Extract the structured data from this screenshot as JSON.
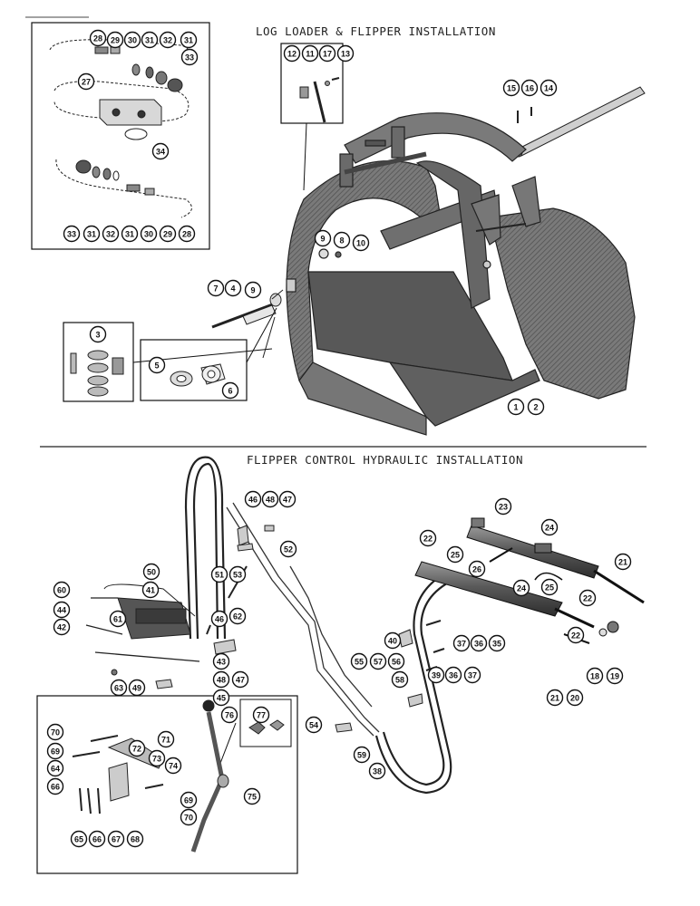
{
  "titles": {
    "top": "LOG LOADER & FLIPPER INSTALLATION",
    "bottom": "FLIPPER CONTROL HYDRAULIC INSTALLATION"
  },
  "callouts": [
    {
      "id": "c28a",
      "label": "28"
    },
    {
      "id": "c29a",
      "label": "29"
    },
    {
      "id": "c30a",
      "label": "30"
    },
    {
      "id": "c31a",
      "label": "31"
    },
    {
      "id": "c32a",
      "label": "32"
    },
    {
      "id": "c31b",
      "label": "31"
    },
    {
      "id": "c33a",
      "label": "33"
    },
    {
      "id": "c27",
      "label": "27"
    },
    {
      "id": "c34",
      "label": "34"
    },
    {
      "id": "c33b",
      "label": "33"
    },
    {
      "id": "c31c",
      "label": "31"
    },
    {
      "id": "c32b",
      "label": "32"
    },
    {
      "id": "c31d",
      "label": "31"
    },
    {
      "id": "c30b",
      "label": "30"
    },
    {
      "id": "c29b",
      "label": "29"
    },
    {
      "id": "c28b",
      "label": "28"
    },
    {
      "id": "c12",
      "label": "12"
    },
    {
      "id": "c11",
      "label": "11"
    },
    {
      "id": "c17",
      "label": "17"
    },
    {
      "id": "c13",
      "label": "13"
    },
    {
      "id": "c15",
      "label": "15"
    },
    {
      "id": "c16",
      "label": "16"
    },
    {
      "id": "c14",
      "label": "14"
    },
    {
      "id": "c9a",
      "label": "9"
    },
    {
      "id": "c8",
      "label": "8"
    },
    {
      "id": "c10",
      "label": "10"
    },
    {
      "id": "c7",
      "label": "7"
    },
    {
      "id": "c4",
      "label": "4"
    },
    {
      "id": "c9b",
      "label": "9"
    },
    {
      "id": "c3",
      "label": "3"
    },
    {
      "id": "c5",
      "label": "5"
    },
    {
      "id": "c6",
      "label": "6"
    },
    {
      "id": "c1",
      "label": "1"
    },
    {
      "id": "c2",
      "label": "2"
    },
    {
      "id": "c46a",
      "label": "46"
    },
    {
      "id": "c48a",
      "label": "48"
    },
    {
      "id": "c47a",
      "label": "47"
    },
    {
      "id": "c52",
      "label": "52"
    },
    {
      "id": "c51",
      "label": "51"
    },
    {
      "id": "c53",
      "label": "53"
    },
    {
      "id": "c50",
      "label": "50"
    },
    {
      "id": "c60",
      "label": "60"
    },
    {
      "id": "c41",
      "label": "41"
    },
    {
      "id": "c44",
      "label": "44"
    },
    {
      "id": "c42",
      "label": "42"
    },
    {
      "id": "c61",
      "label": "61"
    },
    {
      "id": "c46b",
      "label": "46"
    },
    {
      "id": "c62",
      "label": "62"
    },
    {
      "id": "c43",
      "label": "43"
    },
    {
      "id": "c48b",
      "label": "48"
    },
    {
      "id": "c47b",
      "label": "47"
    },
    {
      "id": "c45",
      "label": "45"
    },
    {
      "id": "c63",
      "label": "63"
    },
    {
      "id": "c49",
      "label": "49"
    },
    {
      "id": "c23",
      "label": "23"
    },
    {
      "id": "c22a",
      "label": "22"
    },
    {
      "id": "c24a",
      "label": "24"
    },
    {
      "id": "c25a",
      "label": "25"
    },
    {
      "id": "c26",
      "label": "26"
    },
    {
      "id": "c21a",
      "label": "21"
    },
    {
      "id": "c24b",
      "label": "24"
    },
    {
      "id": "c25b",
      "label": "25"
    },
    {
      "id": "c22b",
      "label": "22"
    },
    {
      "id": "c22c",
      "label": "22"
    },
    {
      "id": "c40",
      "label": "40"
    },
    {
      "id": "c37a",
      "label": "37"
    },
    {
      "id": "c36a",
      "label": "36"
    },
    {
      "id": "c35",
      "label": "35"
    },
    {
      "id": "c55",
      "label": "55"
    },
    {
      "id": "c57",
      "label": "57"
    },
    {
      "id": "c56",
      "label": "56"
    },
    {
      "id": "c39",
      "label": "39"
    },
    {
      "id": "c36b",
      "label": "36"
    },
    {
      "id": "c37b",
      "label": "37"
    },
    {
      "id": "c58",
      "label": "58"
    },
    {
      "id": "c21b",
      "label": "21"
    },
    {
      "id": "c20",
      "label": "20"
    },
    {
      "id": "c18",
      "label": "18"
    },
    {
      "id": "c19",
      "label": "19"
    },
    {
      "id": "c54",
      "label": "54"
    },
    {
      "id": "c59",
      "label": "59"
    },
    {
      "id": "c38",
      "label": "38"
    },
    {
      "id": "c76",
      "label": "76"
    },
    {
      "id": "c77",
      "label": "77"
    },
    {
      "id": "c70a",
      "label": "70"
    },
    {
      "id": "c71",
      "label": "71"
    },
    {
      "id": "c69a",
      "label": "69"
    },
    {
      "id": "c72",
      "label": "72"
    },
    {
      "id": "c73",
      "label": "73"
    },
    {
      "id": "c74",
      "label": "74"
    },
    {
      "id": "c64",
      "label": "64"
    },
    {
      "id": "c66a",
      "label": "66"
    },
    {
      "id": "c69b",
      "label": "69"
    },
    {
      "id": "c75",
      "label": "75"
    },
    {
      "id": "c70b",
      "label": "70"
    },
    {
      "id": "c65",
      "label": "65"
    },
    {
      "id": "c66b",
      "label": "66"
    },
    {
      "id": "c67",
      "label": "67"
    },
    {
      "id": "c68",
      "label": "68"
    }
  ]
}
